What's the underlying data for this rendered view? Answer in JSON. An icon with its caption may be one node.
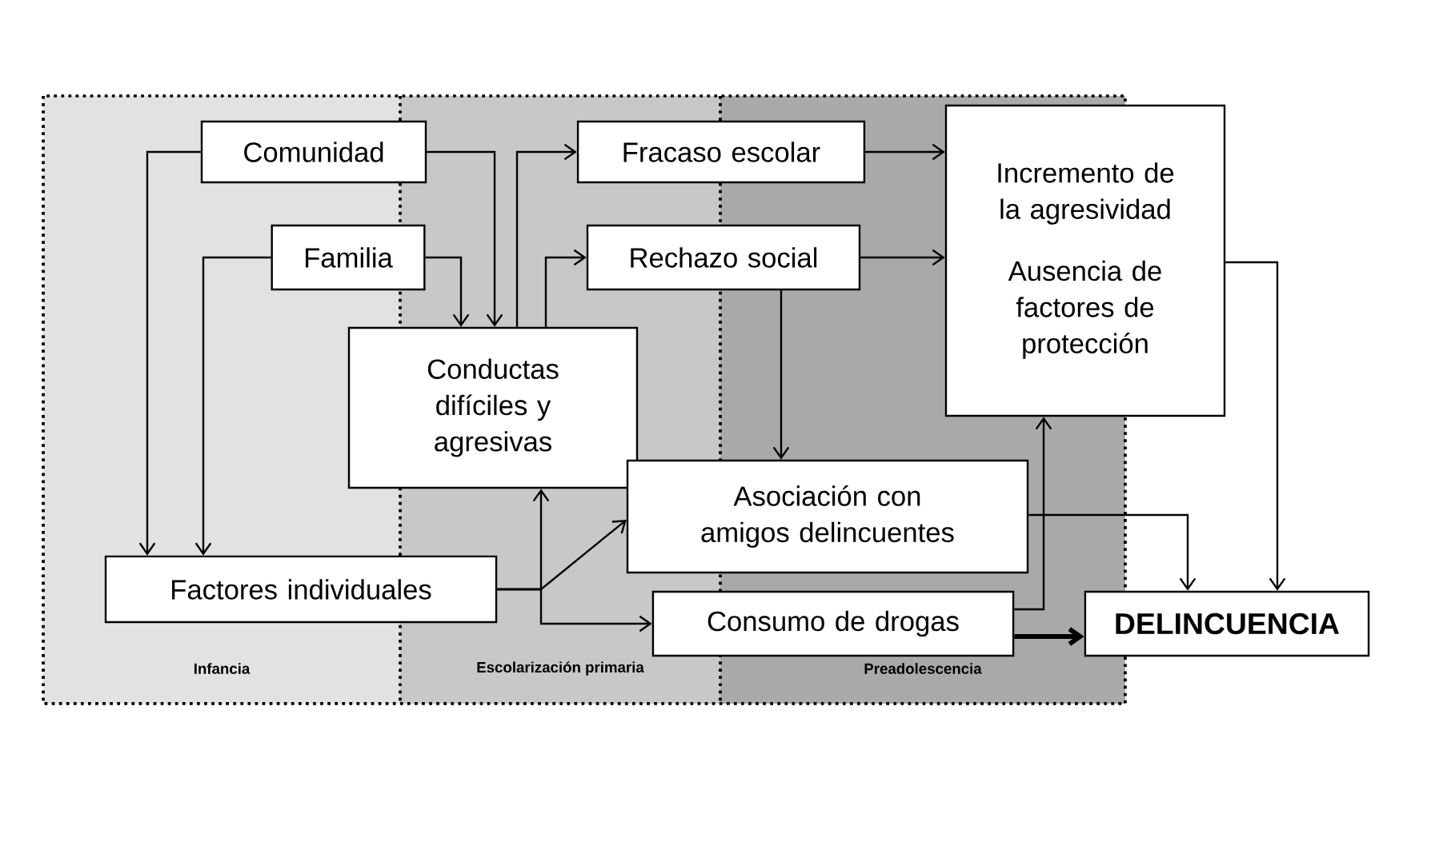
{
  "diagram": {
    "nodes": [
      {
        "text": [
          "Comunidad"
        ]
      },
      {
        "text": [
          "Familia"
        ]
      },
      {
        "text": [
          "Conductas difíciles y agresivas"
        ]
      },
      {
        "text": [
          "Fracaso escolar"
        ]
      },
      {
        "text": [
          "Rechazo social"
        ]
      },
      {
        "text": [
          "Incremento de la agresividad",
          "Ausencia de factores de protección"
        ]
      },
      {
        "text": [
          "Asociación con amigos delincuentes"
        ]
      },
      {
        "text": [
          "Factores individuales"
        ]
      },
      {
        "text": [
          "Consumo de drogas"
        ]
      },
      {
        "text": [
          "DELINCUENCIA"
        ]
      }
    ],
    "edges": [
      {
        "from": 0,
        "to": 7,
        "arrow": "to"
      },
      {
        "from": 0,
        "to": 2,
        "arrow": "to"
      },
      {
        "from": 1,
        "to": 7,
        "arrow": "to"
      },
      {
        "from": 1,
        "to": 2,
        "arrow": "to"
      },
      {
        "from": 2,
        "to": 3,
        "arrow": "to"
      },
      {
        "from": 2,
        "to": 4,
        "arrow": "to"
      },
      {
        "from": 3,
        "to": 5,
        "arrow": "to"
      },
      {
        "from": 4,
        "to": 5,
        "arrow": "to"
      },
      {
        "from": 4,
        "to": 6,
        "arrow": "to"
      },
      {
        "from": 7,
        "to": 6,
        "arrow": "to"
      },
      {
        "from": 7,
        "to": 8,
        "arrow": "to"
      },
      {
        "from": 7,
        "to": 2,
        "arrow": "to"
      },
      {
        "from": 6,
        "to": 9,
        "arrow": "to"
      },
      {
        "from": 5,
        "to": 9,
        "arrow": "to"
      },
      {
        "from": 8,
        "to": 5,
        "arrow": "to"
      },
      {
        "from": 8,
        "to": 9,
        "arrow": "to",
        "style": "thick"
      }
    ],
    "labels": [
      "Infancia",
      "Escolarización primaria",
      "Preadolescencia"
    ]
  }
}
